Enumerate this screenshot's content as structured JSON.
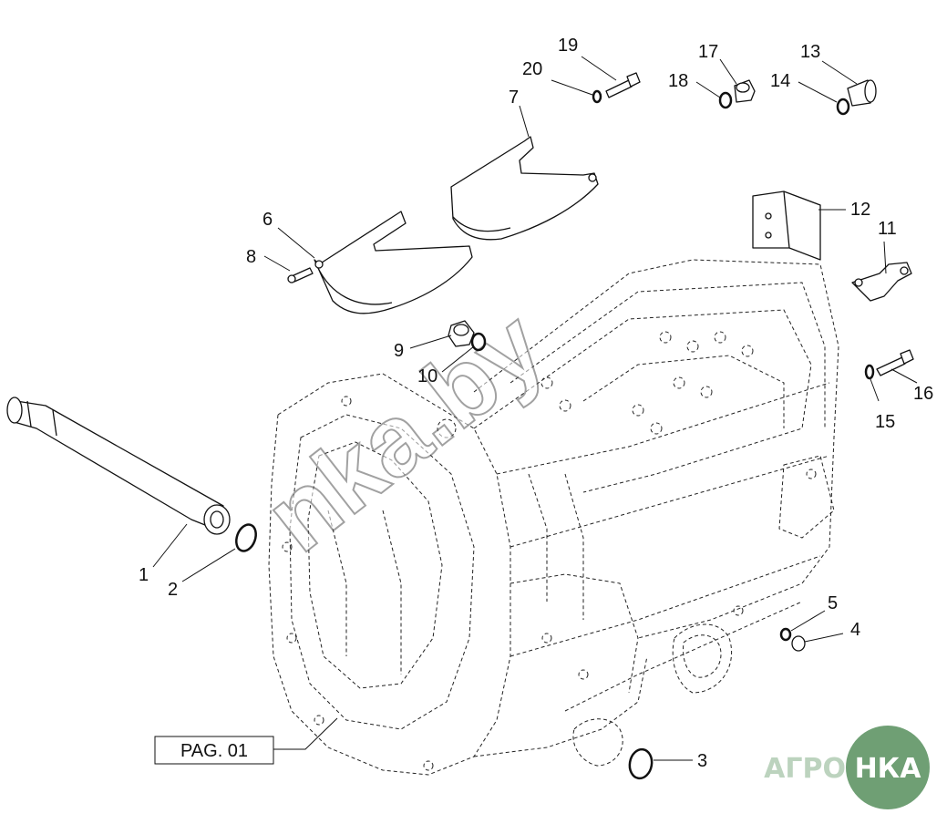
{
  "callouts": {
    "c1": "1",
    "c2": "2",
    "c3": "3",
    "c4": "4",
    "c5": "5",
    "c6": "6",
    "c7": "7",
    "c8": "8",
    "c9": "9",
    "c10": "10",
    "c11": "11",
    "c12": "12",
    "c13": "13",
    "c14": "14",
    "c15": "15",
    "c16": "16",
    "c17": "17",
    "c18": "18",
    "c19": "19",
    "c20": "20"
  },
  "page_ref": "PAG. 01",
  "watermark": "nka.by",
  "logo": {
    "left": "АГРО",
    "right": "НКА",
    "color": "#6f9f74"
  }
}
